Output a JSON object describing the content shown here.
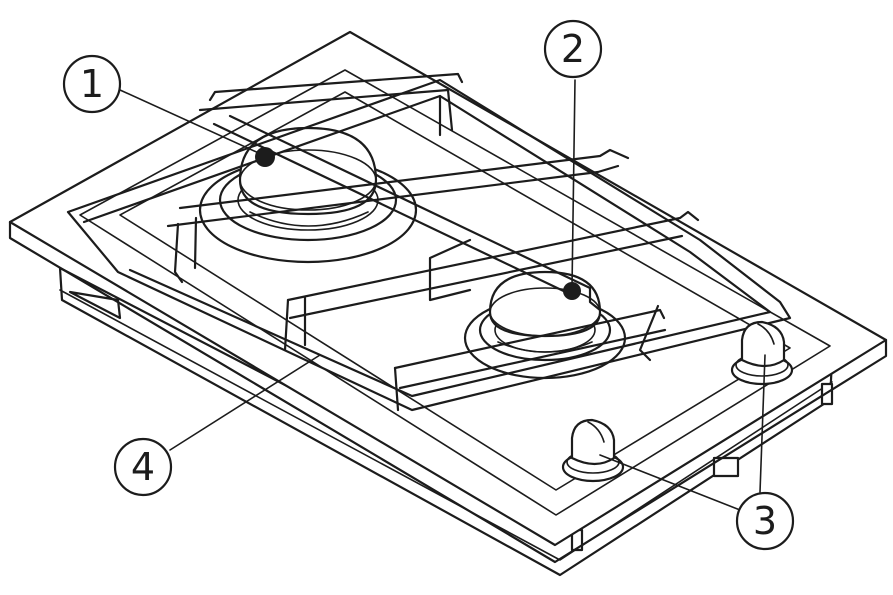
{
  "callouts": [
    {
      "id": "1",
      "label": "1"
    },
    {
      "id": "2",
      "label": "2"
    },
    {
      "id": "3",
      "label": "3"
    },
    {
      "id": "4",
      "label": "4"
    }
  ],
  "colors": {
    "line": "#1c1c1c",
    "background": "#ffffff"
  }
}
